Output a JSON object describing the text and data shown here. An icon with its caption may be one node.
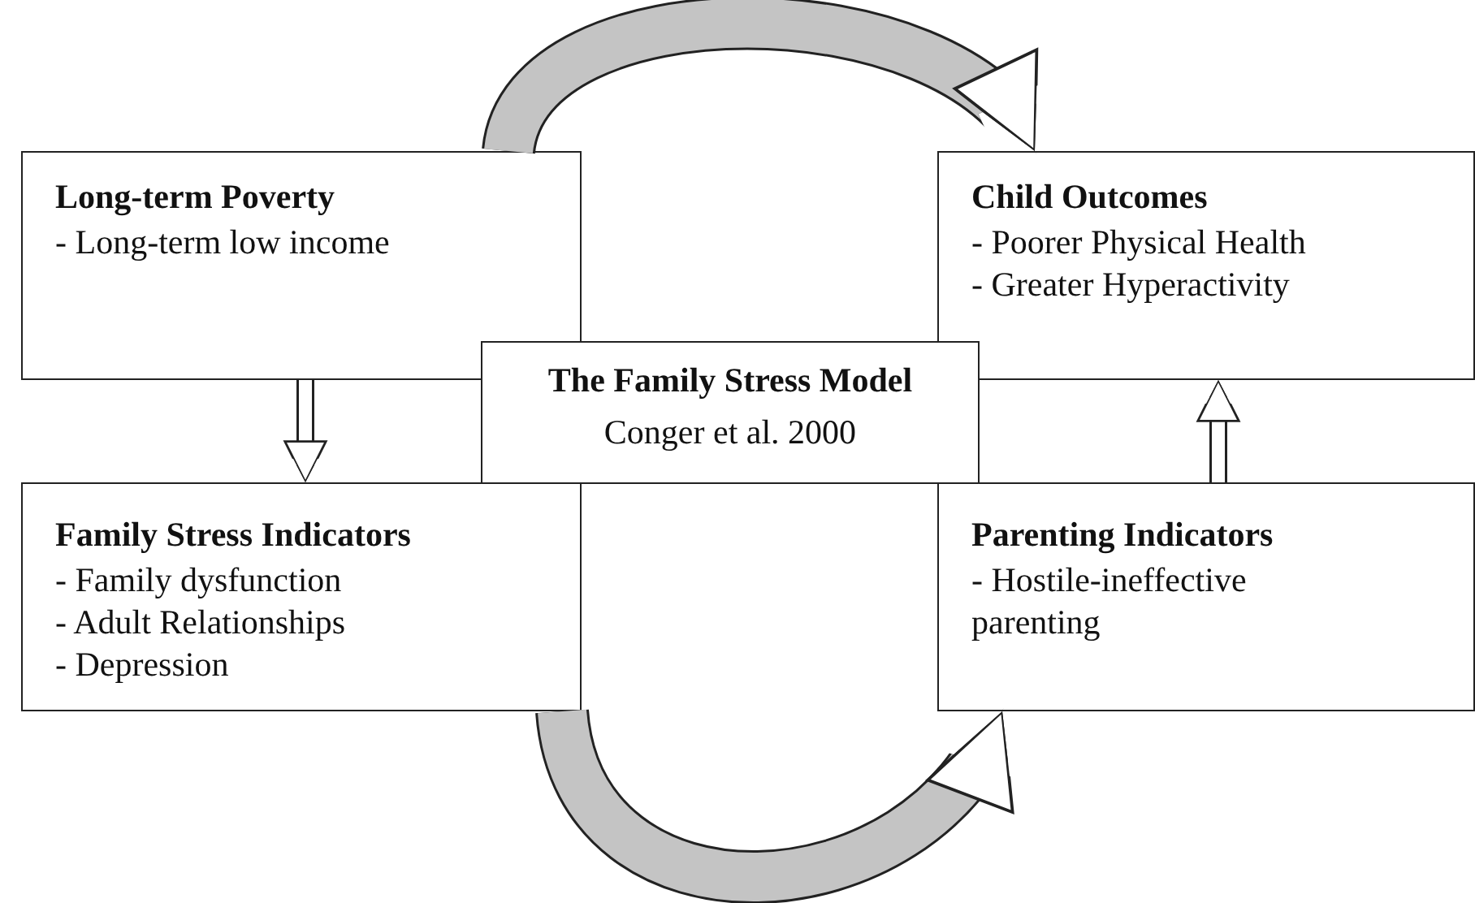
{
  "diagram": {
    "nodes": [
      {
        "text": [
          "Long-term Poverty",
          "- Long-term low income"
        ]
      },
      {
        "text": [
          "Child Outcomes",
          "- Poorer Physical Health",
          "- Greater Hyperactivity"
        ]
      },
      {
        "text": [
          "The Family Stress Model",
          "Conger et al. 2000"
        ]
      },
      {
        "text": [
          "Family Stress Indicators",
          "- Family dysfunction",
          "- Adult Relationships",
          "- Depression"
        ]
      },
      {
        "text": [
          "Parenting Indicators",
          "- Hostile-ineffective parenting"
        ]
      }
    ],
    "edges": [
      {
        "from": 0,
        "to": 3,
        "arrow": "to"
      },
      {
        "from": 4,
        "to": 1,
        "arrow": "to"
      },
      {
        "from": 0,
        "to": 1,
        "arrow": "to",
        "style": "thick",
        "color": "#c4c4c4"
      },
      {
        "from": 3,
        "to": 4,
        "arrow": "to",
        "style": "thick",
        "color": "#c4c4c4"
      }
    ]
  }
}
